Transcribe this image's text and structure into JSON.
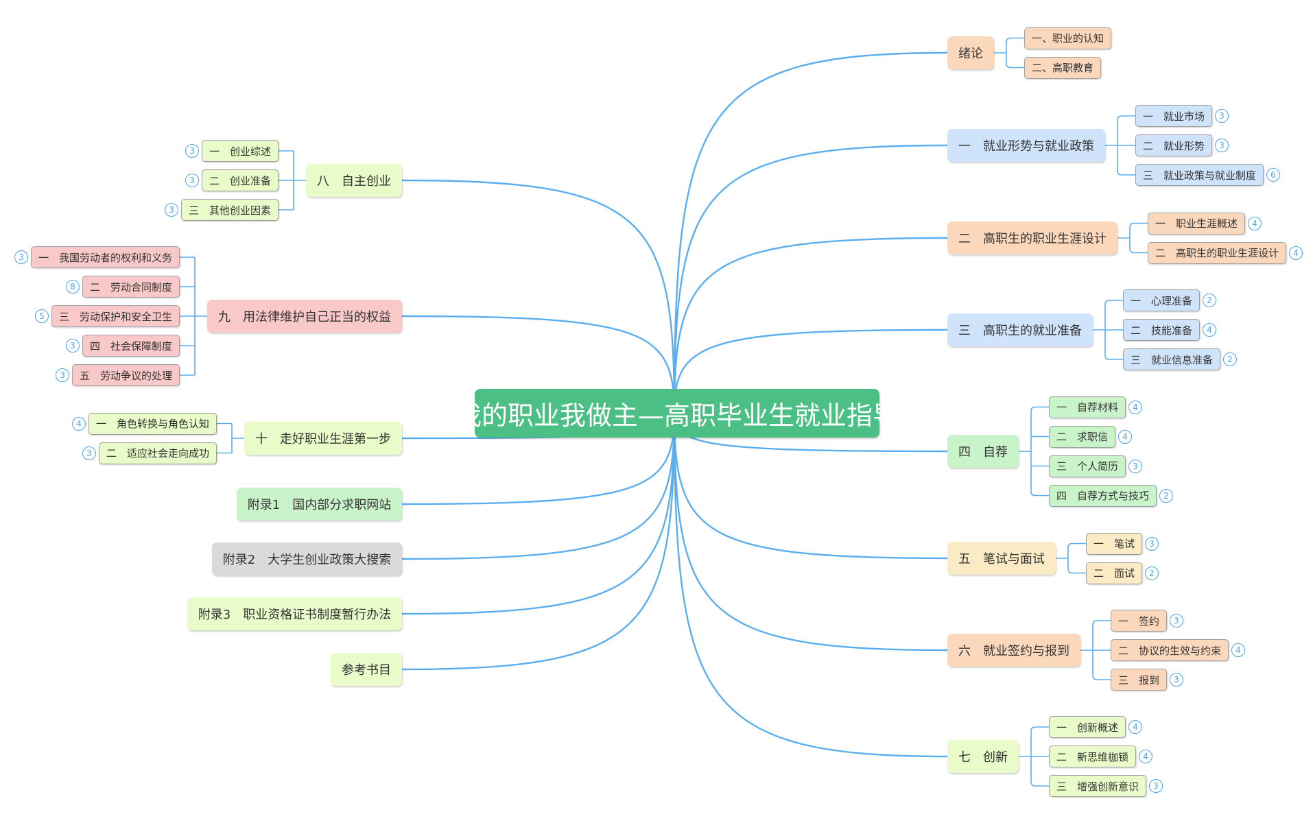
{
  "colors": {
    "line": "#5aaef0",
    "root": "#4cbf85",
    "orange": "#fbd8bc",
    "blue": "#cfe4fb",
    "green": "#c9f3c9",
    "lime": "#e8fbc9",
    "yellow": "#fbebc4",
    "pink": "#f9c8c8",
    "grey": "#dadada"
  },
  "root": "我的职业我做主—高职毕业生就业指导",
  "right": [
    {
      "label": "绪论",
      "color": "orange",
      "children": [
        {
          "label": "一、职业的认知"
        },
        {
          "label": "二、高职教育"
        }
      ]
    },
    {
      "label": "一　就业形势与就业政策",
      "color": "blue",
      "children": [
        {
          "label": "一　就业市场",
          "count": "3"
        },
        {
          "label": "二　就业形势",
          "count": "3"
        },
        {
          "label": "三　就业政策与就业制度",
          "count": "6"
        }
      ]
    },
    {
      "label": "二　高职生的职业生涯设计",
      "color": "orange",
      "children": [
        {
          "label": "一　职业生涯概述",
          "count": "4"
        },
        {
          "label": "二　高职生的职业生涯设计",
          "count": "4"
        }
      ]
    },
    {
      "label": "三　高职生的就业准备",
      "color": "blue",
      "children": [
        {
          "label": "一　心理准备",
          "count": "2"
        },
        {
          "label": "二　技能准备",
          "count": "4"
        },
        {
          "label": "三　就业信息准备",
          "count": "2"
        }
      ]
    },
    {
      "label": "四　自荐",
      "color": "green",
      "children": [
        {
          "label": "一　自荐材料",
          "count": "4"
        },
        {
          "label": "二　求职信",
          "count": "4"
        },
        {
          "label": "三　个人简历",
          "count": "3"
        },
        {
          "label": "四　自荐方式与技巧",
          "count": "2"
        }
      ]
    },
    {
      "label": "五　笔试与面试",
      "color": "yellow",
      "children": [
        {
          "label": "一　笔试",
          "count": "3"
        },
        {
          "label": "二　面试",
          "count": "2"
        }
      ]
    },
    {
      "label": "六　就业签约与报到",
      "color": "orange",
      "children": [
        {
          "label": "一　签约",
          "count": "3"
        },
        {
          "label": "二　协议的生效与约束",
          "count": "4"
        },
        {
          "label": "三　报到",
          "count": "3"
        }
      ]
    },
    {
      "label": "七　创新",
      "color": "lime",
      "children": [
        {
          "label": "一　创新概述",
          "count": "4"
        },
        {
          "label": "二　新思维枷锁",
          "count": "4"
        },
        {
          "label": "三　增强创新意识",
          "count": "3"
        }
      ]
    }
  ],
  "left": [
    {
      "label": "八　自主创业",
      "color": "lime",
      "children": [
        {
          "label": "一　创业综述",
          "count": "3"
        },
        {
          "label": "二　创业准备",
          "count": "3"
        },
        {
          "label": "三　其他创业因素",
          "count": "3"
        }
      ]
    },
    {
      "label": "九　用法律维护自己正当的权益",
      "color": "pink",
      "children": [
        {
          "label": "一　我国劳动者的权利和义务",
          "count": "3"
        },
        {
          "label": "二　劳动合同制度",
          "count": "8"
        },
        {
          "label": "三　劳动保护和安全卫生",
          "count": "5"
        },
        {
          "label": "四　社会保障制度",
          "count": "3"
        },
        {
          "label": "五　劳动争议的处理",
          "count": "3"
        }
      ]
    },
    {
      "label": "十　走好职业生涯第一步",
      "color": "lime",
      "children": [
        {
          "label": "一　角色转换与角色认知",
          "count": "4"
        },
        {
          "label": "二　适应社会走向成功",
          "count": "3"
        }
      ]
    },
    {
      "label": "附录1　国内部分求职网站",
      "color": "green",
      "children": []
    },
    {
      "label": "附录2　大学生创业政策大搜索",
      "color": "grey",
      "children": []
    },
    {
      "label": "附录3　职业资格证书制度暂行办法",
      "color": "lime",
      "children": []
    },
    {
      "label": "参考书目",
      "color": "lime",
      "children": []
    }
  ]
}
